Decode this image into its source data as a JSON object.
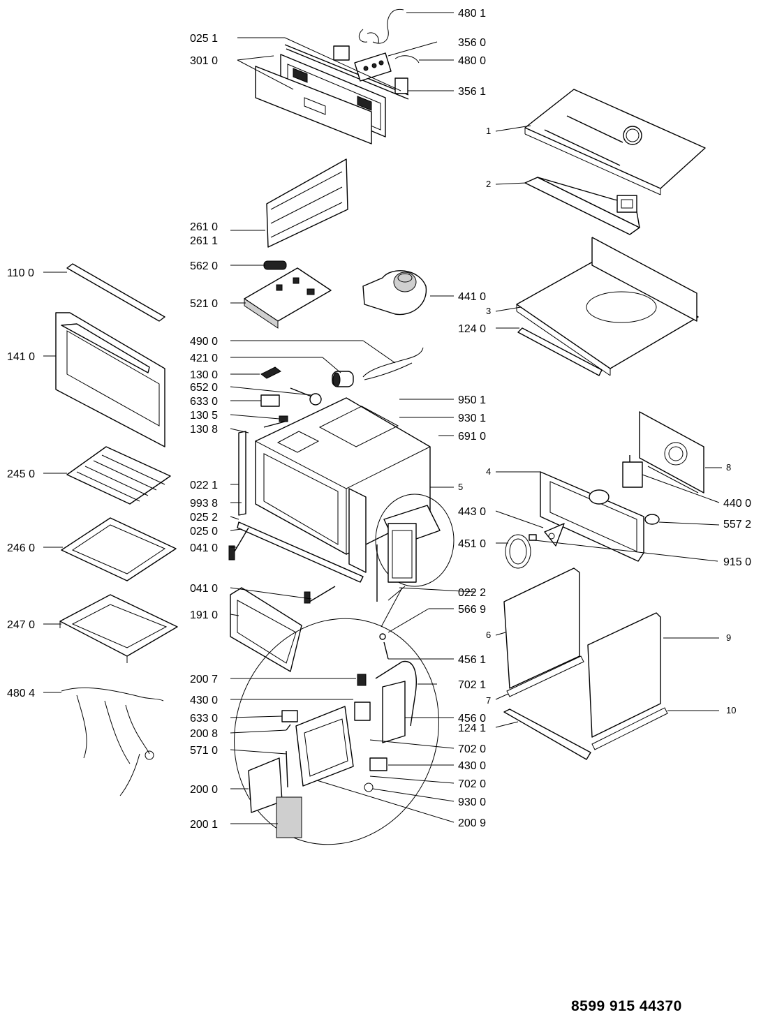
{
  "document_number": "8599 915 44370",
  "labels": {
    "p480_1": "480 1",
    "p025_1": "025 1",
    "p356_0": "356 0",
    "p301_0": "301 0",
    "p480_0": "480 0",
    "p356_1": "356 1",
    "p1": "1",
    "p2": "2",
    "p261_0": "261 0",
    "p261_1": "261 1",
    "p110_0": "110 0",
    "p562_0": "562 0",
    "p441_0": "441 0",
    "p521_0": "521 0",
    "p3": "3",
    "p124_0": "124 0",
    "p490_0": "490 0",
    "p141_0": "141 0",
    "p421_0": "421 0",
    "p130_0": "130 0",
    "p652_0": "652 0",
    "p633_0a": "633 0",
    "p950_1": "950 1",
    "p130_5": "130 5",
    "p930_1": "930 1",
    "p130_8": "130 8",
    "p691_0": "691 0",
    "p8": "8",
    "p245_0": "245 0",
    "p4": "4",
    "p022_1": "022 1",
    "p5": "5",
    "p993_8": "993 8",
    "p440_0": "440 0",
    "p025_2": "025 2",
    "p443_0": "443 0",
    "p025_0": "025 0",
    "p557_2": "557 2",
    "p246_0": "246 0",
    "p041_0a": "041 0",
    "p451_0": "451 0",
    "p915_0": "915 0",
    "p041_0b": "041 0",
    "p022_2": "022 2",
    "p191_0": "191 0",
    "p566_9": "566 9",
    "p247_0": "247 0",
    "p6": "6",
    "p9": "9",
    "p456_1": "456 1",
    "p200_7": "200 7",
    "p702_1": "702 1",
    "p480_4": "480 4",
    "p7": "7",
    "p430_0a": "430 0",
    "p10": "10",
    "p633_0b": "633 0",
    "p456_0": "456 0",
    "p124_1": "124 1",
    "p200_8": "200 8",
    "p571_0": "571 0",
    "p702_0a": "702 0",
    "p430_0b": "430 0",
    "p200_0": "200 0",
    "p702_0b": "702 0",
    "p930_0": "930 0",
    "p200_1": "200 1",
    "p200_9": "200 9"
  }
}
